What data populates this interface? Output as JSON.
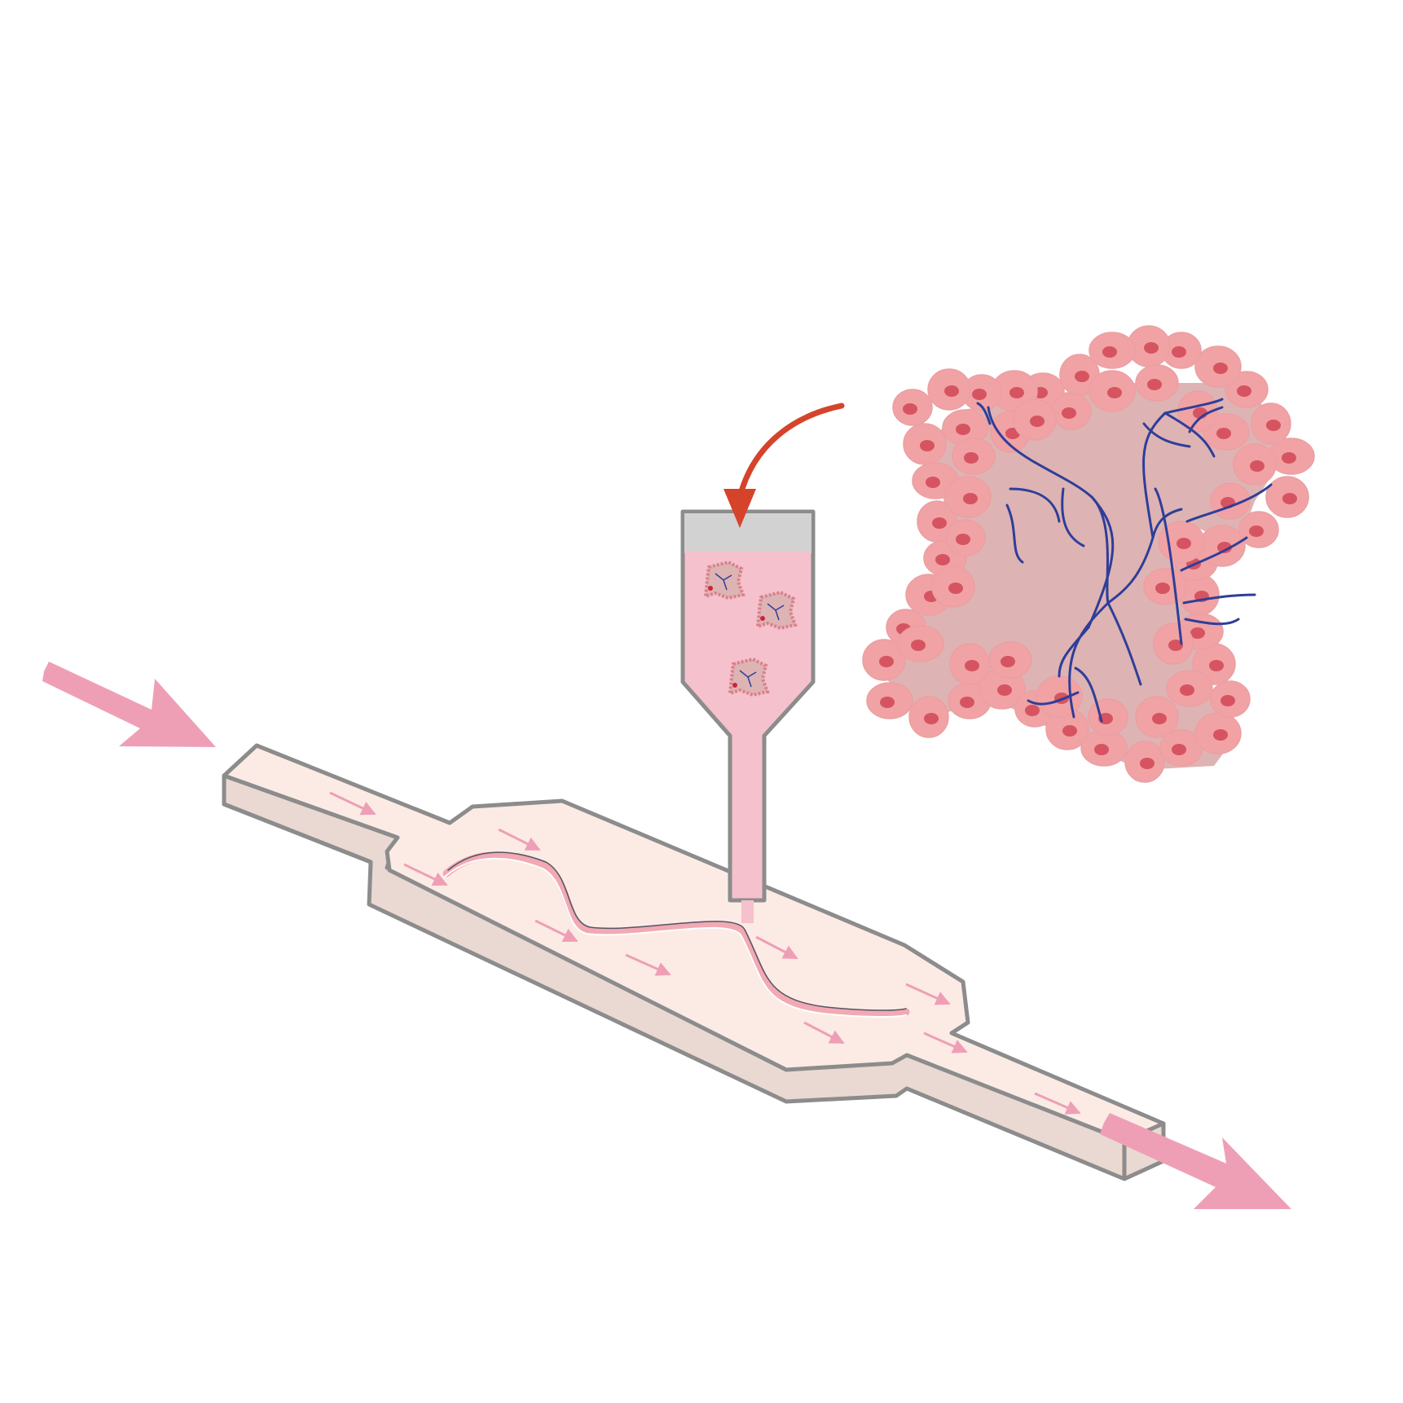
{
  "diagram": {
    "text": [],
    "components": [
      {
        "name": "inlet-flow-arrow",
        "role": "incoming medium flow"
      },
      {
        "name": "microfluidic-chip",
        "role": "perfusion chamber"
      },
      {
        "name": "vascular-channel",
        "role": "serpentine vessel inside chamber"
      },
      {
        "name": "organoid-injection-reservoir",
        "role": "loading well with organoids"
      },
      {
        "name": "loading-arrow",
        "role": "organoid transfer into reservoir"
      },
      {
        "name": "organoid-enlarged",
        "role": "vascularized organoid, magnified"
      },
      {
        "name": "outlet-flow-arrow",
        "role": "outgoing medium flow"
      }
    ]
  },
  "colors": {
    "chip_top": "#fcebe5",
    "chip_side": "#ead9d2",
    "chip_outline": "#8c8c8c",
    "flow_arrow": "#ee9fb6",
    "loading_arrow": "#d6432b",
    "reservoir_fill": "#f5c1cc",
    "reservoir_cap": "#d2d2d2",
    "cell_fill": "#f1a2a4",
    "nucleus": "#d65461",
    "organoid_core": "#deb3b3",
    "vessel": "#2e3e99"
  }
}
